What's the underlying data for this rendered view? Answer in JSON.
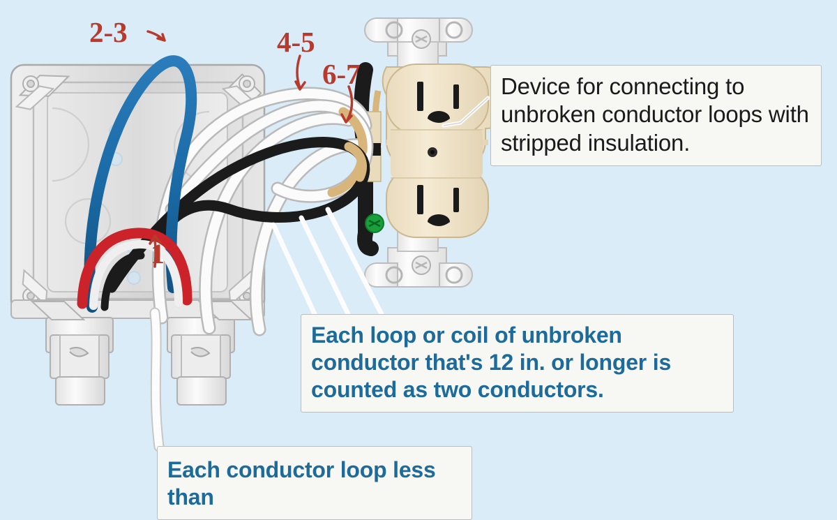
{
  "figure": {
    "type": "electrical-wiring-diagram",
    "background_color": "#d9ecf8",
    "subject": "Junction box with duplex receptacle and unbroken conductor loops"
  },
  "colors": {
    "background": "#d9ecf8",
    "callout_fill": "#f7f7f4",
    "callout_border": "#b9bdbd",
    "red_label": "#b73a2c",
    "blue_text": "#1c6b9b",
    "blue_wire": "#1a6aa6",
    "red_wire": "#cc2229",
    "black_wire": "#1b1b1b",
    "white_wire": "#fbfbfb",
    "copper": "#d8b57a",
    "device_body": "#f0e3c8",
    "device_strap": "#fbfbfb",
    "ground_screw": "#19a03a",
    "box_metal": "#dcdcdc"
  },
  "red_labels": [
    {
      "id": "label-23",
      "text": "2-3",
      "points_to": "blue-conductor-loop"
    },
    {
      "id": "label-45",
      "text": "4-5",
      "points_to": "white-conductor-loop"
    },
    {
      "id": "label-67",
      "text": "6-7",
      "points_to": "black-conductor-loop"
    },
    {
      "id": "label-1",
      "text": "1",
      "points_to": "red-short-conductor-loop"
    }
  ],
  "callouts": {
    "device": {
      "text": "Device for connecting to unbroken conductor loops with stripped insulation.",
      "style": "dark",
      "points_to": "duplex-receptacle"
    },
    "loop_rule": {
      "text": "Each loop or coil of unbroken conductor that's 12 in. or longer is counted as two conductors.",
      "style": "blue",
      "points_to": "conductor-loops"
    },
    "bottom_partial": {
      "text": "Each conductor loop less than",
      "style": "blue",
      "note": "cropped at bottom edge of image"
    },
    "top_partial": {
      "text": "",
      "note": "cropped at top edge of image"
    }
  },
  "device": {
    "name": "duplex receptacle",
    "body_color": "#f0e3c8",
    "outlets": 2,
    "ground_screw_color": "#19a03a"
  },
  "box": {
    "name": "metal junction box",
    "cable_clamps": 2
  },
  "conductors": [
    {
      "color": "blue",
      "label": "2-3",
      "type": "loop"
    },
    {
      "color": "white",
      "label": "4-5",
      "type": "loop"
    },
    {
      "color": "black",
      "label": "6-7",
      "type": "loop"
    },
    {
      "color": "red",
      "label": "1",
      "type": "short loop"
    }
  ]
}
